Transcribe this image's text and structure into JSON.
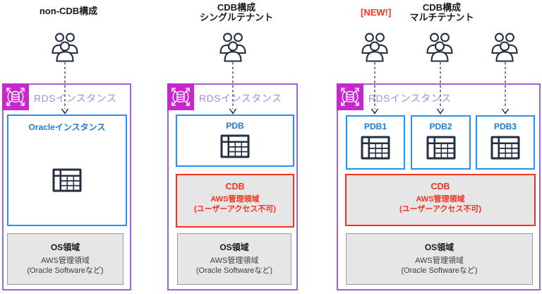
{
  "columns": [
    {
      "name": "non-cdb",
      "header_line1": "non-CDB構成",
      "header_line2": "",
      "badge": "",
      "rds_label": "RDSインスタンス",
      "db_boxes": [
        {
          "label": "Oracleインスタンス"
        }
      ],
      "cdb_box": null,
      "os_box": {
        "title": "OS領域",
        "line1": "AWS管理領域",
        "line2": "(Oracle Softwareなど)"
      }
    },
    {
      "name": "cdb-single-tenant",
      "header_line1": "CDB構成",
      "header_line2": "シングルテナント",
      "badge": "",
      "rds_label": "RDSインスタンス",
      "db_boxes": [
        {
          "label": "PDB"
        }
      ],
      "cdb_box": {
        "title": "CDB",
        "line1": "AWS管理領域",
        "line2": "(ユーザーアクセス不可)"
      },
      "os_box": {
        "title": "OS領域",
        "line1": "AWS管理領域",
        "line2": "(Oracle Softwareなど)"
      }
    },
    {
      "name": "cdb-multi-tenant",
      "header_line1": "CDB構成",
      "header_line2": "マルチテナント",
      "badge": "[NEW!]",
      "rds_label": "RDSインスタンス",
      "db_boxes": [
        {
          "label": "PDB1"
        },
        {
          "label": "PDB2"
        },
        {
          "label": "PDB3"
        }
      ],
      "cdb_box": {
        "title": "CDB",
        "line1": "AWS管理領域",
        "line2": "(ユーザーアクセス不可)"
      },
      "os_box": {
        "title": "OS領域",
        "line1": "AWS管理領域",
        "line2": "(Oracle Softwareなど)"
      }
    }
  ],
  "icons": {
    "users": "users-group-icon",
    "rds": "amazon-rds-icon",
    "table": "database-table-icon",
    "arrow": "dashed-down-arrow"
  },
  "colors": {
    "rds_border": "#9B64DB",
    "rds_label": "#A98BDF",
    "rds_icon_bg": "#C925D1",
    "db_blue": "#2492F0",
    "db_blue_text": "#1B7CD8",
    "alert_red": "#F2331F",
    "panel_gray_bg": "#E6E6E6",
    "panel_gray_border": "#9C9C9C",
    "icon_dark": "#232F3E"
  }
}
